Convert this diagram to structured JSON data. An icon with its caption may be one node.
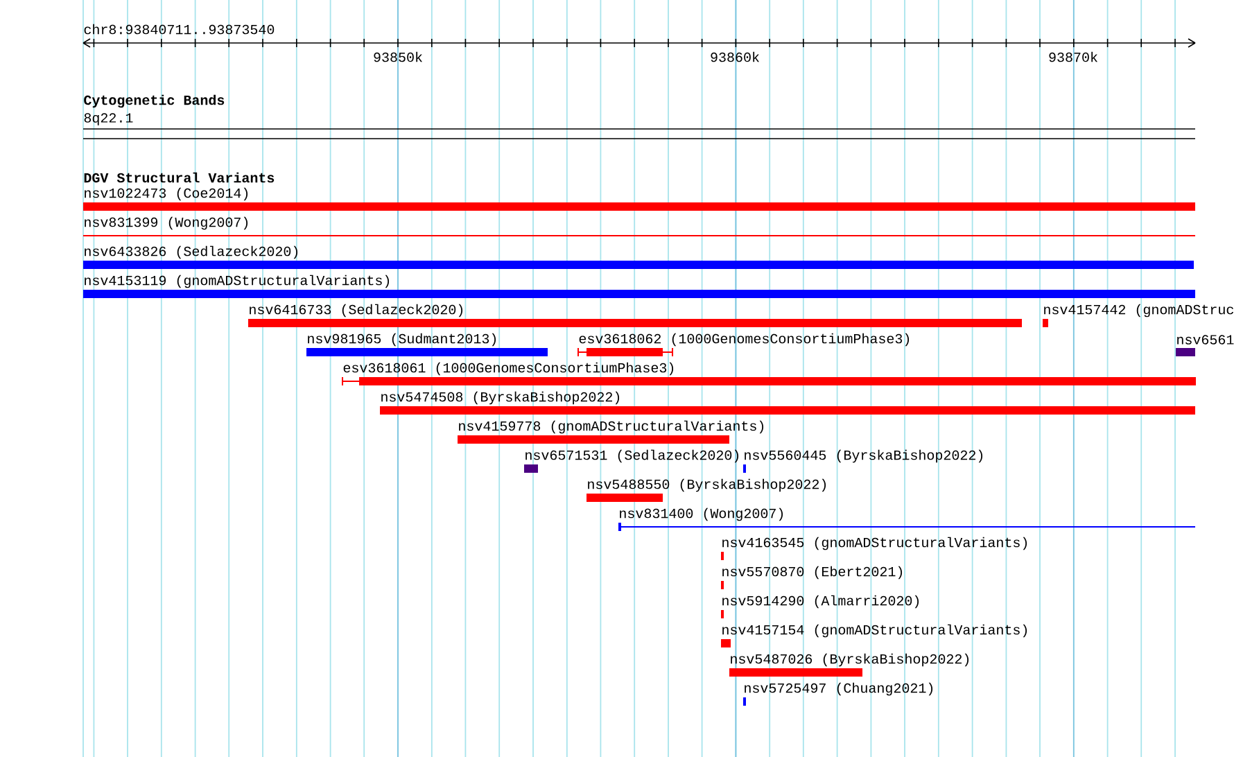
{
  "diagram": {
    "title": "chr8:93840711..93873540",
    "nodes": [
      {
        "text": [
          "nsv1022473 (Coe2014)"
        ]
      },
      {
        "text": [
          "nsv831399 (Wong2007)"
        ]
      },
      {
        "text": [
          "nsv6433826 (Sedlazeck2020)"
        ]
      },
      {
        "text": [
          "nsv4153119 (gnomADStructuralVariants)"
        ]
      },
      {
        "text": [
          "nsv6416733 (Sedlazeck2020)"
        ]
      },
      {
        "text": [
          "nsv4157442 (gnomADStruc"
        ]
      },
      {
        "text": [
          "nsv981965 (Sudmant2013)"
        ]
      },
      {
        "text": [
          "esv3618062 (1000GenomesConsortiumPhase3)"
        ]
      },
      {
        "text": [
          "nsv6561"
        ]
      },
      {
        "text": [
          "esv3618061 (1000GenomesConsortiumPhase3)"
        ]
      },
      {
        "text": [
          "nsv5474508 (ByrskaBishop2022)"
        ]
      },
      {
        "text": [
          "nsv4159778 (gnomADStructuralVariants)"
        ]
      },
      {
        "text": [
          "nsv6571531 (Sedlazeck2020)"
        ]
      },
      {
        "text": [
          "nsv5560445 (ByrskaBishop2022)"
        ]
      },
      {
        "text": [
          "nsv5488550 (ByrskaBishop2022)"
        ]
      },
      {
        "text": [
          "nsv831400 (Wong2007)"
        ]
      },
      {
        "text": [
          "nsv4163545 (gnomADStructuralVariants)"
        ]
      },
      {
        "text": [
          "nsv5570870 (Ebert2021)"
        ]
      },
      {
        "text": [
          "nsv5914290 (Almarri2020)"
        ]
      },
      {
        "text": [
          "nsv4157154 (gnomADStructuralVariants)"
        ]
      },
      {
        "text": [
          "nsv5487026 (ByrskaBishop2022)"
        ]
      },
      {
        "text": [
          "nsv5725497 (Chuang2021)"
        ]
      }
    ],
    "labels": [
      "93850k",
      "93860k",
      "93870k",
      "Cytogenetic Bands",
      "8q22.1",
      "DGV Structural Variants"
    ]
  }
}
